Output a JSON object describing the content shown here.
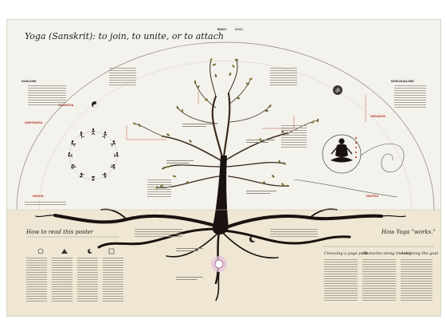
{
  "poster": {
    "title": "Yoga (Sanskrit): to join, to unite, or to attach",
    "top_labels": {
      "body": "BODY",
      "mind": "MIND"
    },
    "left_side": {
      "dualism": "DUALISM",
      "sankhya": "SANKHYA",
      "ashtanga": "ASHTANGA",
      "hatha": "HATHA"
    },
    "right_side": {
      "non_dualism": "NON-DUALISM",
      "vedanta": "VEDANTA",
      "tantra": "TANTRA"
    },
    "colors": {
      "trunk": "#1a1210",
      "paper": "#f4f2ec",
      "lower_band": "#efe7d3",
      "red_text": "#b3261e",
      "leaf": "#6e6430",
      "root_glow": "#e7c1da"
    },
    "icons": [
      "om-icon",
      "meditation-figure-icon",
      "yin-yang-icon",
      "spiral-icon",
      "sun-icon",
      "moon-icon"
    ],
    "bottom": {
      "how_to_read": "How to read this poster",
      "how_works": "How Yoga \"works.\"",
      "choosing": "Choosing a yoga path",
      "obstacles": "Obstacles along the way",
      "achieving": "Achieving the goal"
    }
  }
}
